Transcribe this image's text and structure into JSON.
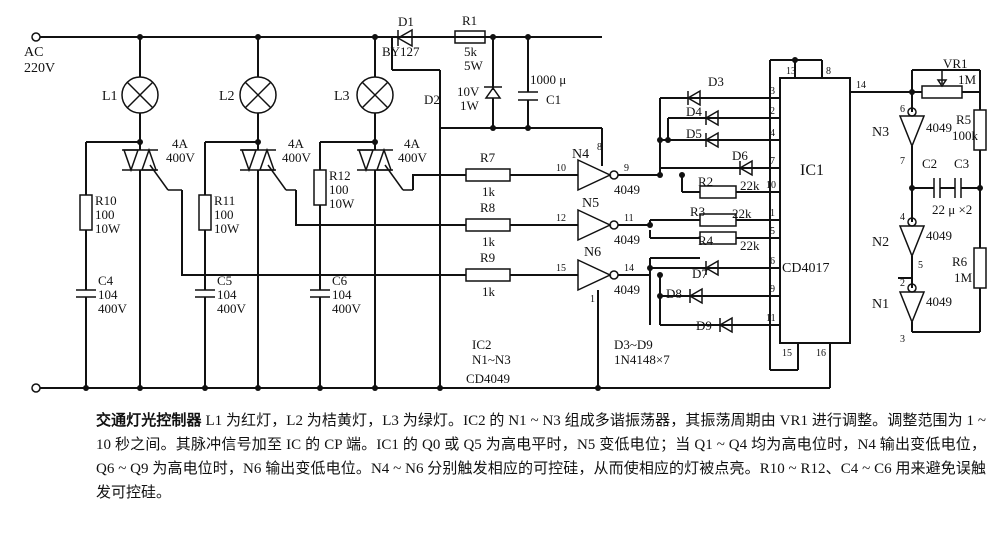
{
  "diagram": {
    "ac": {
      "line1": "AC",
      "line2": "220V"
    },
    "lamps": [
      {
        "name": "L1",
        "triac": "4A",
        "triac_v": "400V",
        "r": "R10",
        "r_val": "100",
        "r_w": "10W",
        "c": "C4",
        "c_val": "104",
        "c_v": "400V"
      },
      {
        "name": "L2",
        "triac": "4A",
        "triac_v": "400V",
        "r": "R11",
        "r_val": "100",
        "r_w": "10W",
        "c": "C5",
        "c_val": "104",
        "c_v": "400V"
      },
      {
        "name": "L3",
        "triac": "4A",
        "triac_v": "400V",
        "r": "R12",
        "r_val": "100",
        "r_w": "10W",
        "c": "C6",
        "c_val": "104",
        "c_v": "400V"
      }
    ],
    "supply": {
      "d1": "D1",
      "d1_type": "BY127",
      "r1": "R1",
      "r1_val": "5k",
      "r1_w": "5W",
      "d2": "D2",
      "d2_v": "10V",
      "d2_w": "1W",
      "c1_val": "1000 μ",
      "c1": "C1"
    },
    "gates": [
      {
        "r": "R7",
        "r_val": "1k",
        "name": "N4",
        "in_pin": "10",
        "out_pin": "9",
        "chip": "4049",
        "vcc_pin": "8"
      },
      {
        "r": "R8",
        "r_val": "1k",
        "name": "N5",
        "in_pin": "12",
        "out_pin": "11",
        "chip": "4049"
      },
      {
        "r": "R9",
        "r_val": "1k",
        "name": "N6",
        "in_pin": "15",
        "out_pin": "14",
        "chip": "4049",
        "gnd_pin": "1"
      }
    ],
    "ic2": {
      "name": "IC2",
      "sub": "N1~N3",
      "part": "CD4049"
    },
    "diodes": {
      "d3": "D3",
      "d4": "D4",
      "d5": "D5",
      "d6": "D6",
      "d7": "D7",
      "d8": "D8",
      "d9": "D9",
      "note1": "D3~D9",
      "note2": "1N4148×7"
    },
    "res22k": [
      {
        "name": "R2",
        "val": "22k"
      },
      {
        "name": "R3",
        "val": "22k"
      },
      {
        "name": "R4",
        "val": "22k"
      }
    ],
    "ic1": {
      "name": "IC1",
      "part": "CD4017",
      "pins": {
        "p13": "13",
        "p8": "8",
        "p14": "14",
        "p3": "3",
        "p2": "2",
        "p4": "4",
        "p7": "7",
        "p10": "10",
        "p1": "1",
        "p5": "5",
        "p6": "6",
        "p9": "9",
        "p11": "11",
        "p15": "15",
        "p16": "16"
      }
    },
    "osc": {
      "vr1": "VR1",
      "vr1_val": "1M",
      "r5": "R5",
      "r5_val": "100k",
      "r6": "R6",
      "r6_val": "1M",
      "c2": "C2",
      "c3": "C3",
      "cap_val": "22 μ ×2",
      "n1": "N1",
      "n2": "N2",
      "n3": "N3",
      "chip": "4049",
      "n1_in": "2",
      "n1_out": "3",
      "n2_in": "4",
      "n2_out": "5",
      "n3_in": "7",
      "n3_out": "6"
    }
  },
  "caption": {
    "title": "交通灯光控制器",
    "body": "L1 为红灯，L2 为桔黄灯，L3 为绿灯。IC2 的 N1 ~ N3 组成多谐振荡器，其振荡周期由 VR1 进行调整。调整范围为 1 ~ 10 秒之间。其脉冲信号加至 IC 的 CP 端。IC1 的 Q0 或 Q5 为高电平时，N5 变低电位；当 Q1 ~ Q4 均为高电位时，N4 输出变低电位，Q6 ~ Q9 为高电位时，N6 输出变低电位。N4 ~ N6 分别触发相应的可控硅，从而使相应的灯被点亮。R10 ~ R12、C4 ~ C6 用来避免误触发可控硅。"
  }
}
